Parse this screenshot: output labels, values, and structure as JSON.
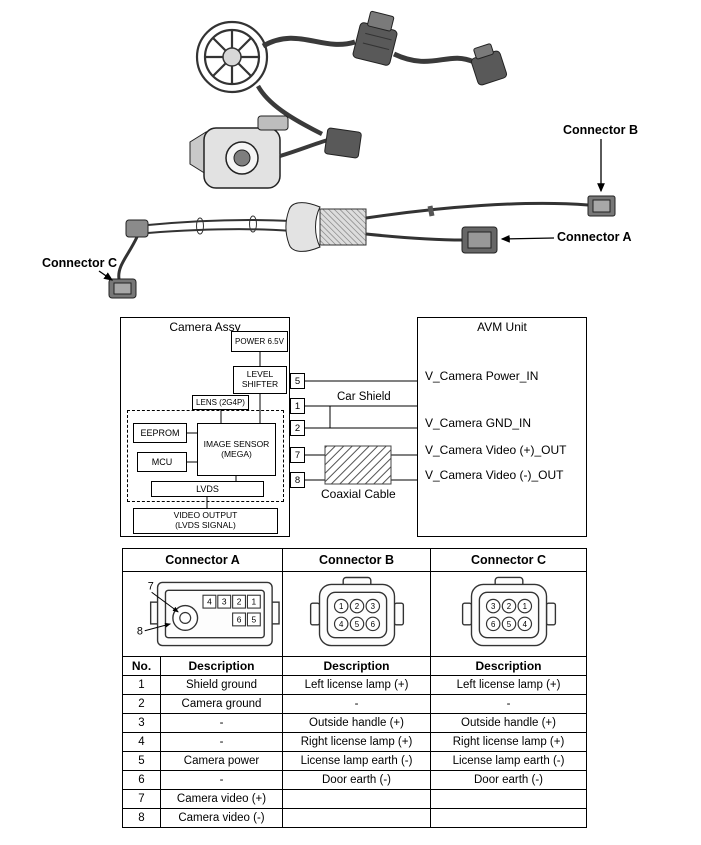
{
  "harness": {
    "connector_a_label": "Connector A",
    "connector_b_label": "Connector B",
    "connector_c_label": "Connector C"
  },
  "block_diagram": {
    "camera_assy": {
      "title": "Camera Assy",
      "power": "POWER 6.5V",
      "level_shifter": "LEVEL\nSHIFTER",
      "lens": "LENS (2G4P)",
      "eeprom": "EEPROM",
      "mcu": "MCU",
      "image_sensor": "IMAGE SENSOR\n(MEGA)",
      "lvds": "LVDS",
      "video_output": "VIDEO OUTPUT\n(LVDS SIGNAL)"
    },
    "avm_unit": {
      "title": "AVM Unit",
      "power_in": "V_Camera Power_IN",
      "gnd_in": "V_Camera GND_IN",
      "video_plus_out": "V_Camera Video (+)_OUT",
      "video_minus_out": "V_Camera Video (-)_OUT"
    },
    "pins": [
      "5",
      "1",
      "2",
      "7",
      "8"
    ],
    "car_shield_label": "Car Shield",
    "coaxial_cable_label": "Coaxial Cable"
  },
  "pin_table": {
    "connector_headers": [
      "Connector A",
      "Connector B",
      "Connector C"
    ],
    "column_headers": [
      "No.",
      "Description",
      "Description",
      "Description"
    ],
    "faces": {
      "a": {
        "callout_7": "7",
        "callout_8": "8",
        "top_pins": [
          "4",
          "3",
          "2",
          "1"
        ],
        "bottom_pins": [
          "6",
          "5"
        ]
      },
      "b": {
        "top_pins": [
          "1",
          "2",
          "3"
        ],
        "bottom_pins": [
          "4",
          "5",
          "6"
        ]
      },
      "c": {
        "top_pins": [
          "3",
          "2",
          "1"
        ],
        "bottom_pins": [
          "6",
          "5",
          "4"
        ]
      }
    },
    "rows": [
      {
        "no": "1",
        "a": "Shield ground",
        "b": "Left license lamp (+)",
        "c": "Left license lamp (+)"
      },
      {
        "no": "2",
        "a": "Camera ground",
        "b": "-",
        "c": "-"
      },
      {
        "no": "3",
        "a": "-",
        "b": "Outside handle (+)",
        "c": "Outside handle (+)"
      },
      {
        "no": "4",
        "a": "-",
        "b": "Right license lamp (+)",
        "c": "Right license lamp (+)"
      },
      {
        "no": "5",
        "a": "Camera power",
        "b": "License lamp earth (-)",
        "c": "License lamp earth (-)"
      },
      {
        "no": "6",
        "a": "-",
        "b": "Door earth (-)",
        "c": "Door earth (-)"
      },
      {
        "no": "7",
        "a": "Camera video (+)",
        "b": "",
        "c": ""
      },
      {
        "no": "8",
        "a": "Camera video (-)",
        "b": "",
        "c": ""
      }
    ]
  }
}
